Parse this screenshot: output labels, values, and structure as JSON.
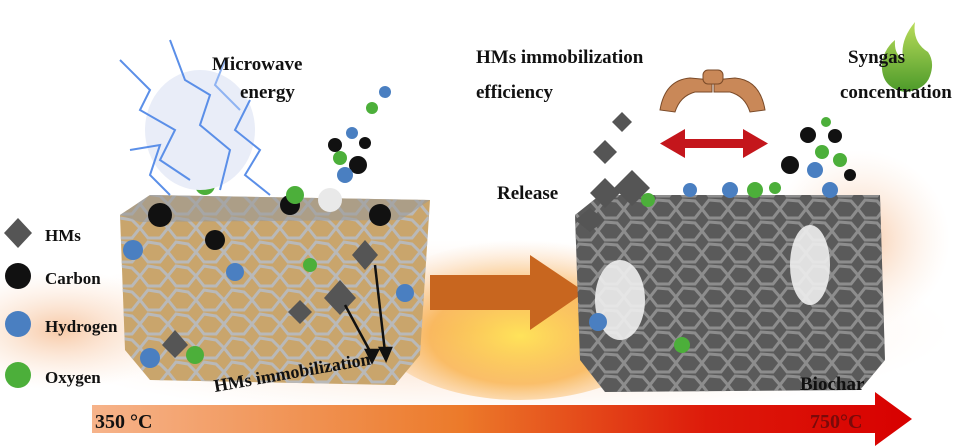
{
  "title_left": {
    "line1": "Microwave",
    "line2": "energy"
  },
  "title_middle": {
    "line1": "HMs immobilization",
    "line2": "efficiency"
  },
  "title_right": {
    "line1": "Syngas",
    "line2": "concentration"
  },
  "legend": [
    {
      "label": "HMs",
      "shape": "diamond",
      "color": "#555555"
    },
    {
      "label": "Carbon",
      "shape": "circle",
      "color": "#111111"
    },
    {
      "label": "Hydrogen",
      "shape": "circle",
      "color": "#4a7fc1"
    },
    {
      "label": "Oxygen",
      "shape": "circle",
      "color": "#4caf3a"
    }
  ],
  "annotations": {
    "release": "Release",
    "immobilization": "HMs immobilization",
    "biochar": "Biochar"
  },
  "temperature_bar": {
    "start": "350 °C",
    "end": "750°C",
    "start_color": "#f4a373",
    "end_color": "#e00000"
  },
  "icons": [
    "lightning-icon",
    "flame-icon",
    "arm-wrestling-icon",
    "double-arrow-icon",
    "process-arrow-icon"
  ]
}
